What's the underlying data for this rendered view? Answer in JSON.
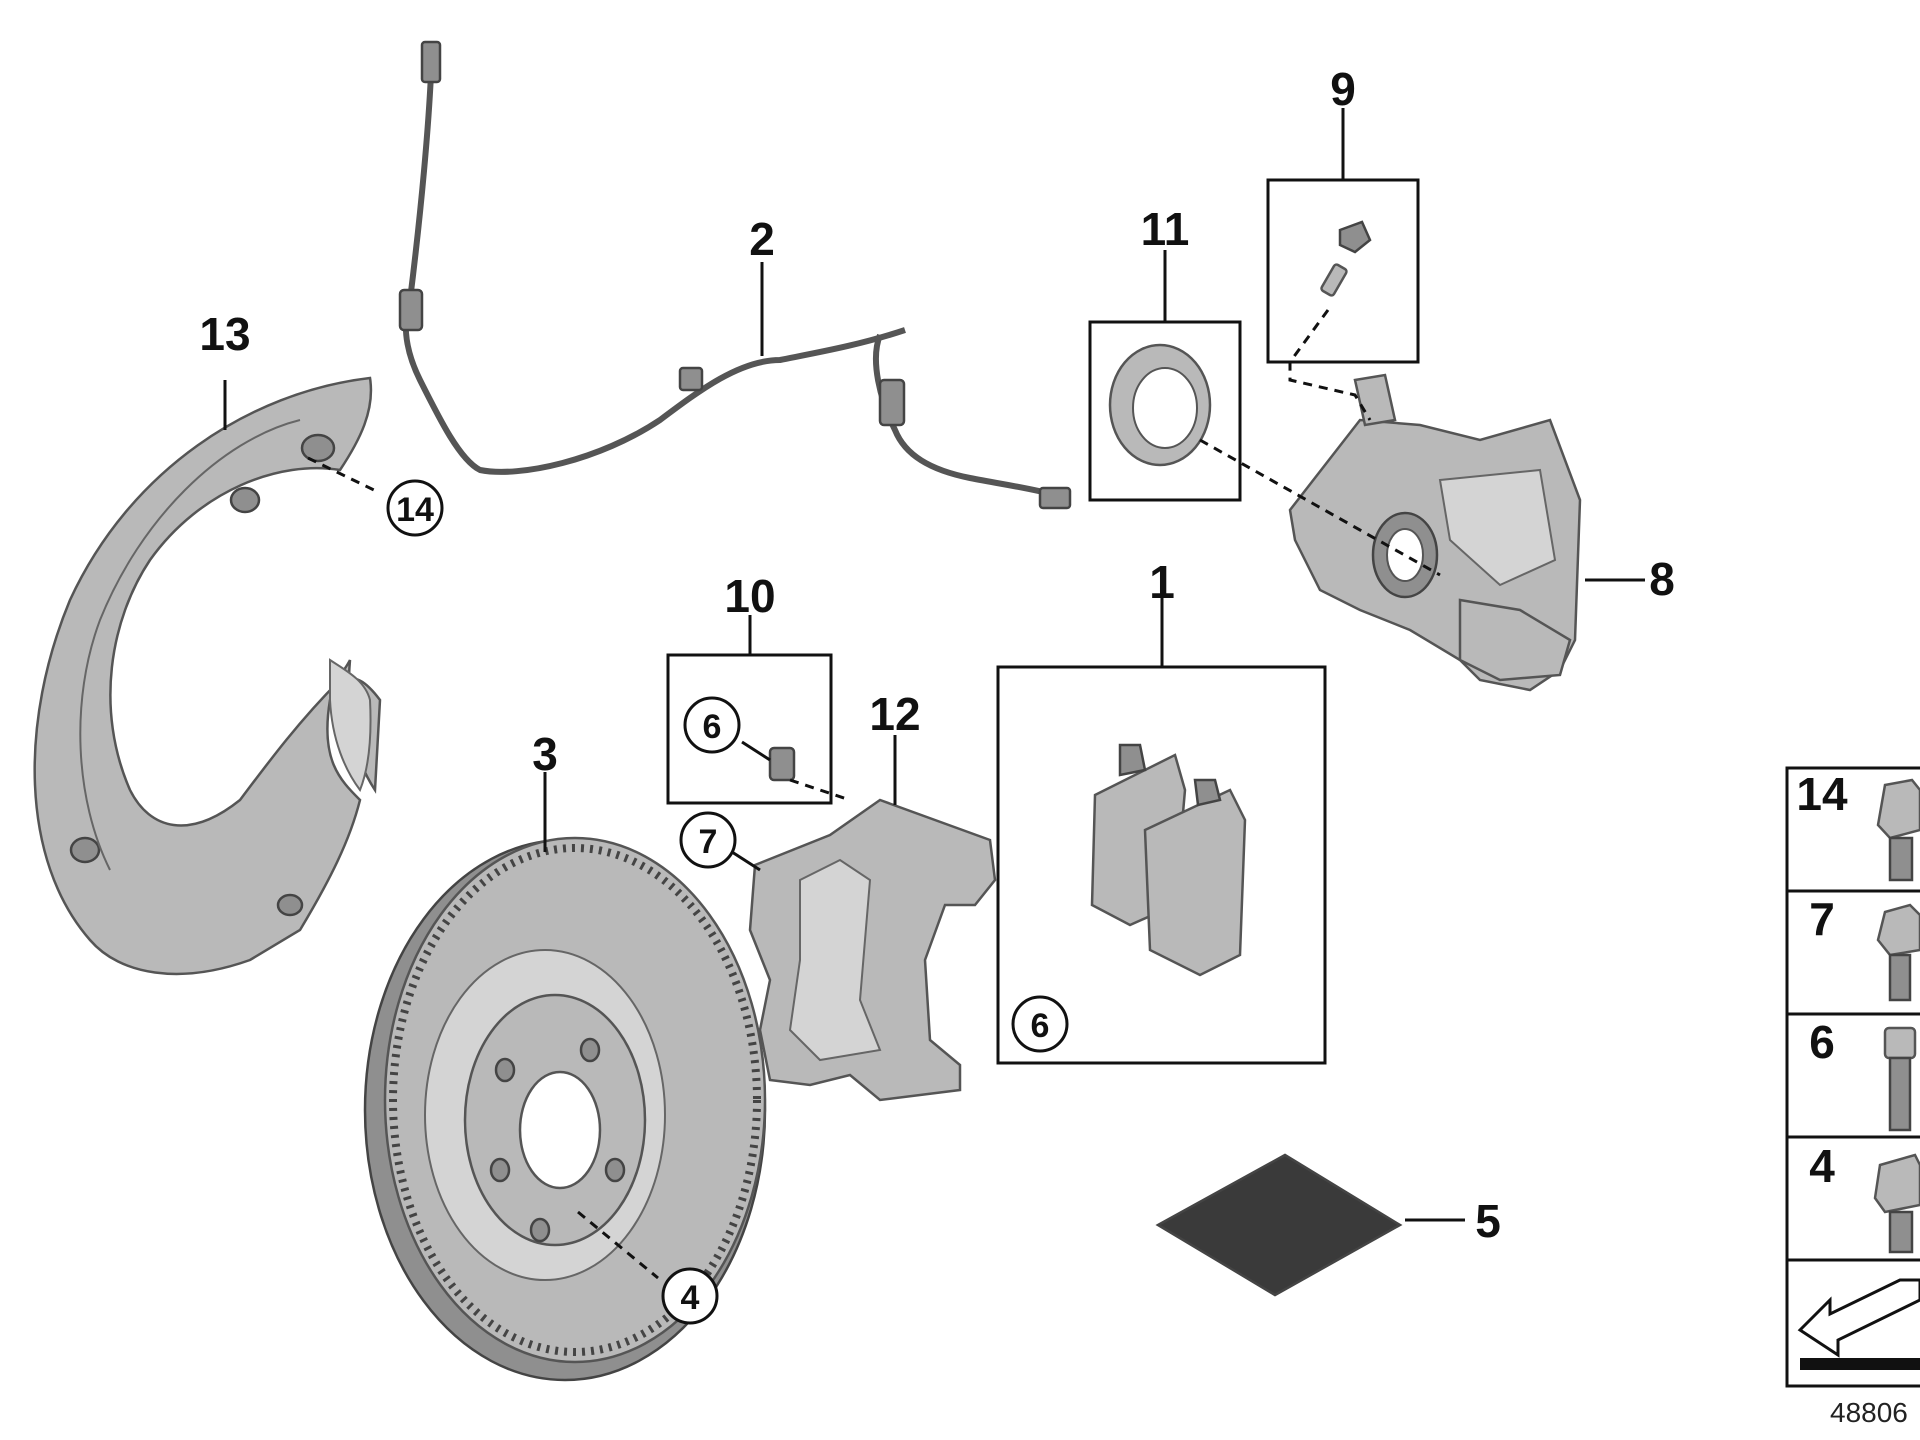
{
  "labels": {
    "l1": "1",
    "l2": "2",
    "l3": "3",
    "l5": "5",
    "l8": "8",
    "l9": "9",
    "l10": "10",
    "l11": "11",
    "l12": "12",
    "l13": "13",
    "c4": "4",
    "c6a": "6",
    "c6b": "6",
    "c7": "7",
    "c14": "14"
  },
  "legend": {
    "rows": [
      "14",
      "7",
      "6",
      "4"
    ]
  },
  "reference_number": "48806"
}
